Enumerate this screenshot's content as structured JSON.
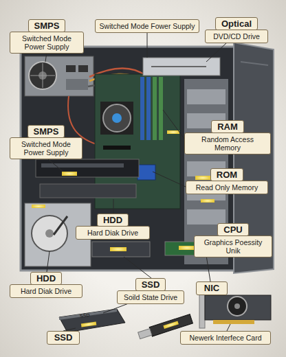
{
  "diagram": {
    "nodes": [
      {
        "text": [
          "SMPS",
          "Switched Mode Power Supply"
        ]
      },
      {
        "text": [
          "Switched Mode Fower Supply"
        ]
      },
      {
        "text": [
          "Optical",
          "DVD/CD Drive"
        ]
      },
      {
        "text": [
          "SMPS",
          "Switched Mode Power Supply"
        ]
      },
      {
        "text": [
          "RAM",
          "Random Access Memory"
        ]
      },
      {
        "text": [
          "ROM",
          "Read Only Memory"
        ]
      },
      {
        "text": [
          "HDD",
          "Hard Diak Drive"
        ]
      },
      {
        "text": [
          "CPU",
          "Graphics Poessity Unik"
        ]
      },
      {
        "text": [
          "HDD",
          "Hard Diak Drive"
        ]
      },
      {
        "text": [
          "SSD",
          "Soild State Drive"
        ]
      },
      {
        "text": [
          "NIC"
        ]
      },
      {
        "text": [
          "SSD"
        ]
      },
      {
        "text": [
          "Newerk Interfece Card"
        ]
      }
    ],
    "labels": [
      "SSD"
    ]
  }
}
